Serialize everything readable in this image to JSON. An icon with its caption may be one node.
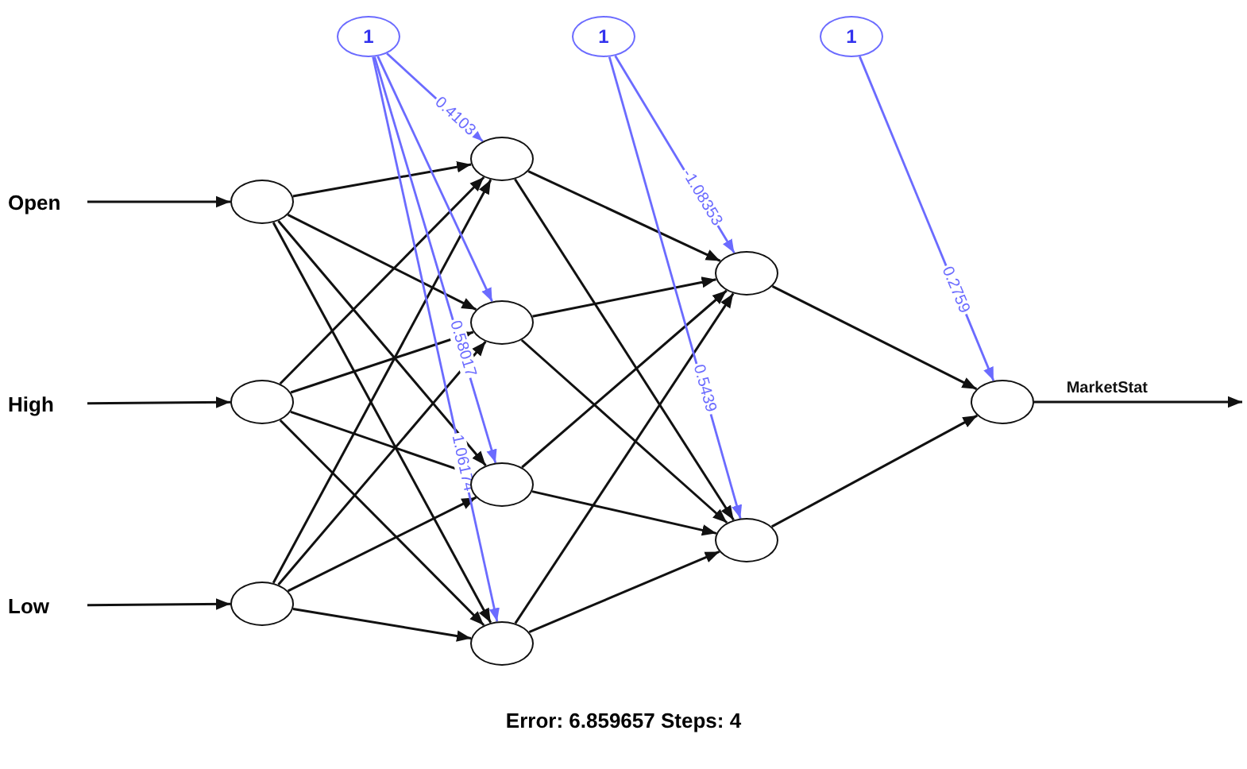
{
  "diagram": {
    "caption": "Error: 6.859657 Steps: 4",
    "nodes": [
      {
        "text": [
          "Open"
        ]
      },
      {
        "text": [
          "High"
        ]
      },
      {
        "text": [
          "Low"
        ]
      },
      {
        "text": [],
        "shape": "circle"
      },
      {
        "text": [],
        "shape": "circle"
      },
      {
        "text": [],
        "shape": "circle"
      },
      {
        "text": [],
        "shape": "circle"
      },
      {
        "text": [],
        "shape": "circle"
      },
      {
        "text": [],
        "shape": "circle"
      },
      {
        "text": [],
        "shape": "circle"
      },
      {
        "text": [],
        "shape": "circle"
      },
      {
        "text": [],
        "shape": "circle"
      },
      {
        "text": [],
        "shape": "circle"
      },
      {
        "text": [
          "1"
        ]
      },
      {
        "text": [
          "1"
        ]
      },
      {
        "text": [
          "1"
        ]
      }
    ],
    "edges": [
      {
        "from": 0,
        "to": 3,
        "arrow": "to"
      },
      {
        "from": 1,
        "to": 4,
        "arrow": "to"
      },
      {
        "from": 2,
        "to": 5,
        "arrow": "to"
      },
      {
        "from": 3,
        "to": 6,
        "arrow": "to"
      },
      {
        "from": 3,
        "to": 7,
        "arrow": "to"
      },
      {
        "from": 3,
        "to": 8,
        "arrow": "to"
      },
      {
        "from": 3,
        "to": 9,
        "arrow": "to"
      },
      {
        "from": 4,
        "to": 6,
        "arrow": "to"
      },
      {
        "from": 4,
        "to": 7,
        "arrow": "to"
      },
      {
        "from": 4,
        "to": 8,
        "arrow": "to"
      },
      {
        "from": 4,
        "to": 9,
        "arrow": "to"
      },
      {
        "from": 5,
        "to": 6,
        "arrow": "to"
      },
      {
        "from": 5,
        "to": 7,
        "arrow": "to"
      },
      {
        "from": 5,
        "to": 8,
        "arrow": "to"
      },
      {
        "from": 5,
        "to": 9,
        "arrow": "to"
      },
      {
        "from": 6,
        "to": 10,
        "arrow": "to"
      },
      {
        "from": 6,
        "to": 11,
        "arrow": "to"
      },
      {
        "from": 7,
        "to": 10,
        "arrow": "to"
      },
      {
        "from": 7,
        "to": 11,
        "arrow": "to"
      },
      {
        "from": 8,
        "to": 10,
        "arrow": "to"
      },
      {
        "from": 8,
        "to": 11,
        "arrow": "to"
      },
      {
        "from": 9,
        "to": 10,
        "arrow": "to"
      },
      {
        "from": 9,
        "to": 11,
        "arrow": "to"
      },
      {
        "from": 10,
        "to": 12,
        "arrow": "to"
      },
      {
        "from": 11,
        "to": 12,
        "arrow": "to"
      },
      {
        "from": 12,
        "to": null,
        "label": "MarketStat",
        "arrow": "to"
      },
      {
        "from": 13,
        "to": 6,
        "label": "0.4103",
        "arrow": "to",
        "color": "#6b6bff"
      },
      {
        "from": 13,
        "to": 7,
        "arrow": "to",
        "color": "#6b6bff"
      },
      {
        "from": 13,
        "to": 8,
        "label": "0.58017",
        "arrow": "to",
        "color": "#6b6bff"
      },
      {
        "from": 13,
        "to": 9,
        "label": "1.06174",
        "arrow": "to",
        "color": "#6b6bff"
      },
      {
        "from": 14,
        "to": 10,
        "label": "-1.08353",
        "arrow": "to",
        "color": "#6b6bff"
      },
      {
        "from": 14,
        "to": 11,
        "label": "0.5439",
        "arrow": "to",
        "color": "#6b6bff"
      },
      {
        "from": 15,
        "to": 12,
        "label": "0.2759",
        "arrow": "to",
        "color": "#6b6bff"
      }
    ]
  }
}
